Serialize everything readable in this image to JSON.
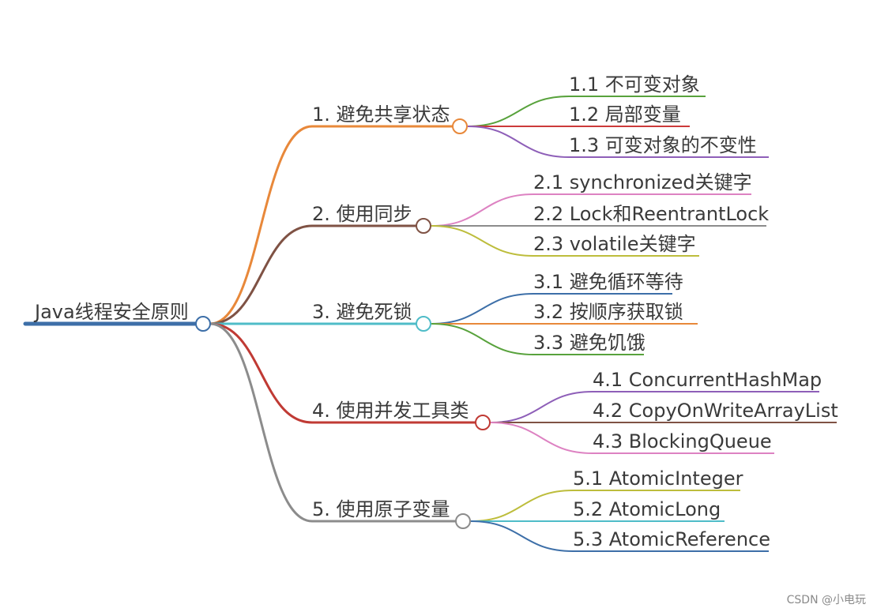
{
  "root": {
    "label": "Java线程安全原则",
    "color": "#3d6fa8"
  },
  "branches": [
    {
      "label": "1. 避免共享状态",
      "color": "#e8883a",
      "children": [
        {
          "label": "1.1 不可变对象",
          "color": "#58a23c"
        },
        {
          "label": "1.2 局部变量",
          "color": "#cc3a3a"
        },
        {
          "label": "1.3 可变对象的不变性",
          "color": "#8e5fb8"
        }
      ]
    },
    {
      "label": "2. 使用同步",
      "color": "#7f5244",
      "children": [
        {
          "label": "2.1 synchronized关键字",
          "color": "#dd82c2"
        },
        {
          "label": "2.2 Lock和ReentrantLock",
          "color": "#8c8c8c"
        },
        {
          "label": "2.3 volatile关键字",
          "color": "#bdbd3c"
        }
      ]
    },
    {
      "label": "3. 避免死锁",
      "color": "#4fbcc8",
      "children": [
        {
          "label": "3.1 避免循环等待",
          "color": "#3d6fa8"
        },
        {
          "label": "3.2 按顺序获取锁",
          "color": "#e8883a"
        },
        {
          "label": "3.3 避免饥饿",
          "color": "#58a23c"
        }
      ]
    },
    {
      "label": "4. 使用并发工具类",
      "color": "#c03a34",
      "children": [
        {
          "label": "4.1 ConcurrentHashMap",
          "color": "#8e5fb8"
        },
        {
          "label": "4.2 CopyOnWriteArrayList",
          "color": "#7f5244"
        },
        {
          "label": "4.3 BlockingQueue",
          "color": "#dd82c2"
        }
      ]
    },
    {
      "label": "5. 使用原子变量",
      "color": "#8c8c8c",
      "children": [
        {
          "label": "5.1 AtomicInteger",
          "color": "#bdbd3c"
        },
        {
          "label": "5.2 AtomicLong",
          "color": "#4fbcc8"
        },
        {
          "label": "5.3 AtomicReference",
          "color": "#3d6fa8"
        }
      ]
    }
  ],
  "watermark": "CSDN @小电玩"
}
